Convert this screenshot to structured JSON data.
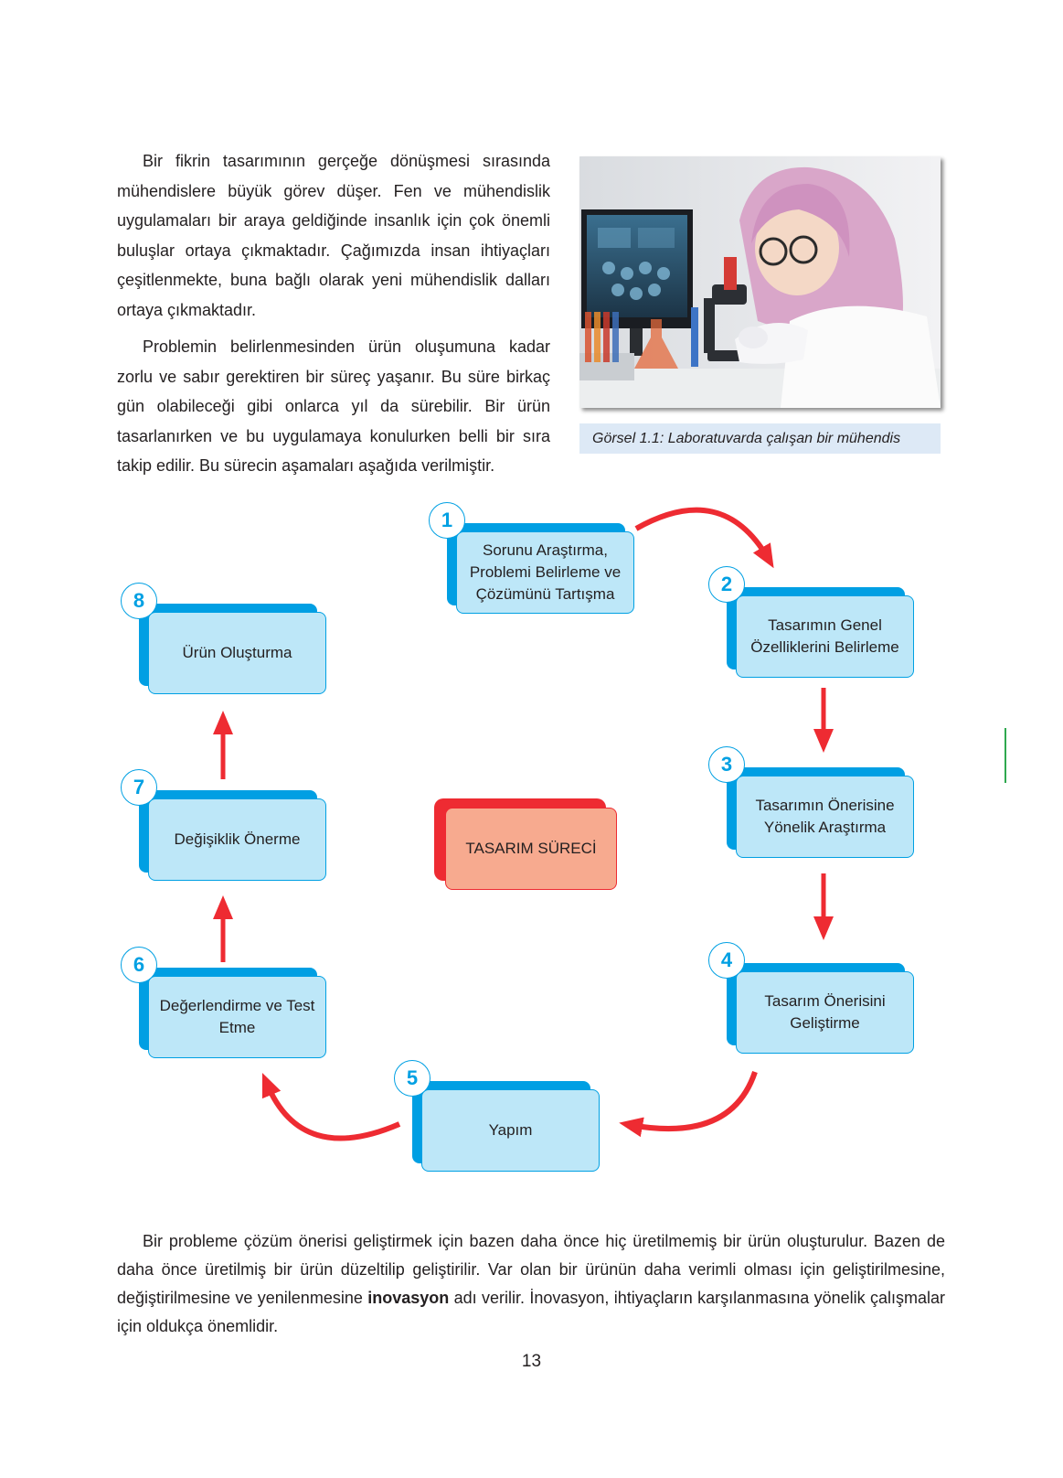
{
  "paragraphs": {
    "p1": "Bir fikrin tasarımının gerçeğe dönüşmesi sırasında mühendislere büyük görev düşer. Fen ve mühendislik uygulamaları bir araya geldiğinde insanlık için çok önemli buluşlar ortaya çıkmaktadır. Çağımızda insan ihtiyaçları çeşitlenmekte, buna bağlı olarak yeni mühendislik dalları ortaya çıkmaktadır.",
    "p2": "Problemin belirlenmesinden ürün oluşumuna kadar zorlu ve sabır gerektiren bir süreç yaşanır. Bu süre birkaç gün olabileceği gibi onlarca yıl da sürebilir. Bir ürün tasarlanırken ve bu uygulamaya konulurken belli bir sıra takip edilir. Bu sürecin aşamaları aşağıda verilmiştir.",
    "p3_before": "Bir probleme çözüm önerisi geliştirmek için bazen daha önce hiç üretilmemiş bir ürün oluşturulur. Bazen de daha önce üretilmiş bir ürün düzeltilip geliştirilir. Var olan bir ürünün daha verimli olması için geliştirilmesine, değiştirilmesine ve yenilenmesine ",
    "p3_bold": "inovasyon",
    "p3_after": " adı verilir. İnovasyon, ihtiyaçların karşılanmasına yönelik çalışmalar için oldukça önemlidir."
  },
  "figure": {
    "caption": "Görsel 1.1: Laboratuvarda çalışan bir mühendis"
  },
  "diagram": {
    "center_label": "TASARIM SÜRECİ",
    "steps": [
      {
        "number": "1",
        "label": "Sorunu Araştırma, Problemi Belirleme ve Çözümünü Tartışma"
      },
      {
        "number": "2",
        "label": "Tasarımın Genel Özelliklerini Belirleme"
      },
      {
        "number": "3",
        "label": "Tasarımın Önerisine Yönelik Araştırma"
      },
      {
        "number": "4",
        "label": "Tasarım Önerisini Geliştirme"
      },
      {
        "number": "5",
        "label": "Yapım"
      },
      {
        "number": "6",
        "label": "Değerlendirme ve Test Etme"
      },
      {
        "number": "7",
        "label": "Değişiklik Önerme"
      },
      {
        "number": "8",
        "label": "Ürün Oluşturma"
      }
    ],
    "colors": {
      "step_fill": "#bde7f8",
      "step_shadow": "#009fe3",
      "center_fill": "#f7aa8f",
      "center_shadow": "#ee2b32",
      "arrow": "#ee2b32"
    }
  },
  "page_number": "13"
}
